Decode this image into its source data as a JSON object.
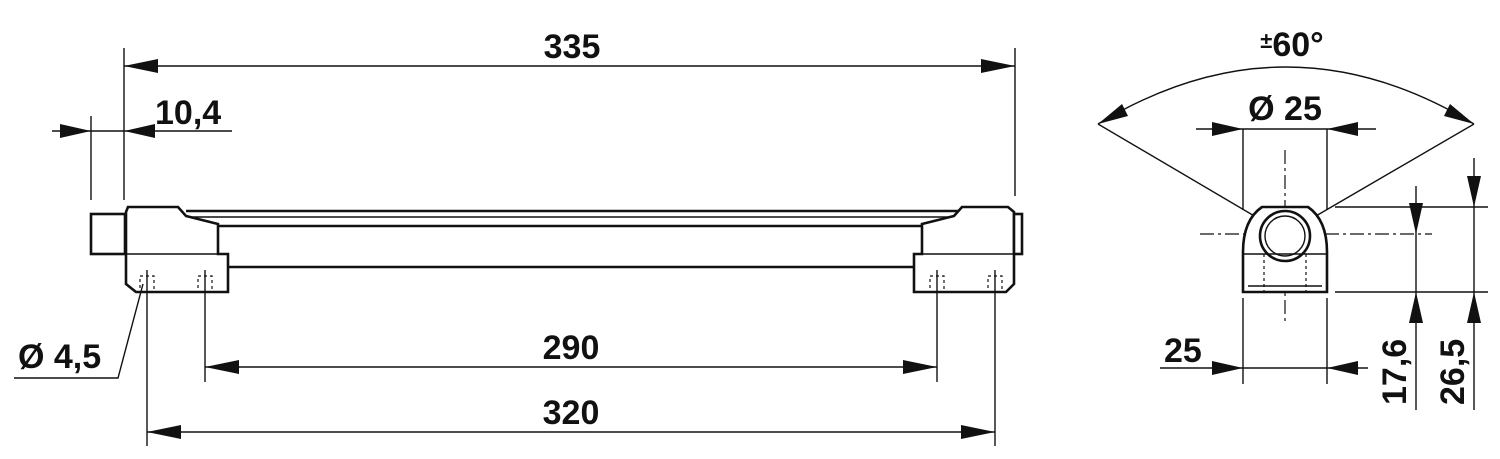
{
  "dimensions": {
    "overall_length": "335",
    "end_offset": "10,4",
    "hole_diameter": "Ø 4,5",
    "inner_hole_spacing": "290",
    "outer_hole_spacing": "320",
    "swivel_angle_symbol": "±",
    "swivel_angle_value": "60°",
    "tube_diameter": "Ø 25",
    "base_width": "25",
    "axis_height": "17,6",
    "total_height": "26,5"
  }
}
